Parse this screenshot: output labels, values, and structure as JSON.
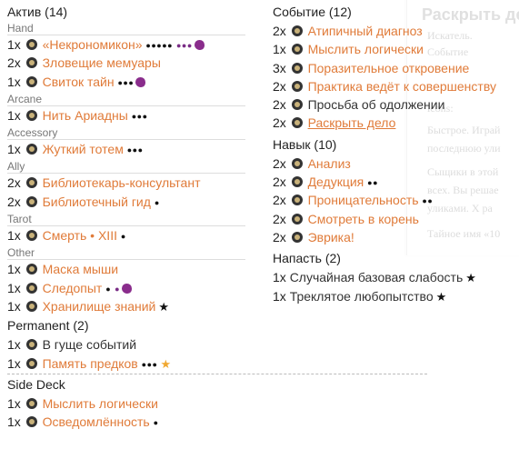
{
  "popup": {
    "title": "Раскрыть де",
    "lines": [
      "Искатель.",
      "Событие",
      "icons:",
      "Быстрое. Играй",
      "последнюю ули",
      "Сыщики в этой",
      "всех. Вы решае",
      "уликами. Х ра",
      "Тайное имя «10"
    ]
  },
  "left": {
    "sections": [
      {
        "title": "Актив (14)",
        "groups": [
          {
            "label": "Hand",
            "rows": [
              {
                "qty": "1x",
                "name": "«Некрономикон»",
                "dots": "●●●●●",
                "dots2": "●●●",
                "brain": true
              },
              {
                "qty": "2x",
                "name": "Зловещие мемуары"
              },
              {
                "qty": "1x",
                "name": "Свиток тайн",
                "dots": "●●●",
                "brain": true
              }
            ]
          },
          {
            "label": "Arcane",
            "rows": [
              {
                "qty": "1x",
                "name": "Нить Ариадны",
                "dots": "●●●"
              }
            ]
          },
          {
            "label": "Accessory",
            "rows": [
              {
                "qty": "1x",
                "name": "Жуткий тотем",
                "dots": "●●●"
              }
            ]
          },
          {
            "label": "Ally",
            "rows": [
              {
                "qty": "2x",
                "name": "Библиотекарь-консультант"
              },
              {
                "qty": "2x",
                "name": "Библиотечный гид",
                "dots": "●"
              }
            ]
          },
          {
            "label": "Tarot",
            "rows": [
              {
                "qty": "1x",
                "name": "Смерть • XIII",
                "dots": "●"
              }
            ]
          },
          {
            "label": "Other",
            "rows": [
              {
                "qty": "1x",
                "name": "Маска мыши"
              },
              {
                "qty": "1x",
                "name": "Следопыт",
                "dots": "●",
                "dots2": "●",
                "brain": true
              },
              {
                "qty": "1x",
                "name": "Хранилище знаний",
                "star": true
              }
            ]
          }
        ]
      },
      {
        "title": "Permanent (2)",
        "rows": [
          {
            "qty": "1x",
            "name": "В гуще событий",
            "plain": true
          },
          {
            "qty": "1x",
            "name": "Память предков",
            "dots": "●●●",
            "goldstar": true
          }
        ]
      },
      {
        "title": "Side Deck",
        "rows": [
          {
            "qty": "1x",
            "name": "Мыслить логически"
          },
          {
            "qty": "1x",
            "name": "Осведомлённость",
            "dots": "●"
          }
        ]
      }
    ]
  },
  "right": {
    "sections": [
      {
        "title": "Событие (12)",
        "rows": [
          {
            "qty": "2x",
            "name": "Атипичный диагноз"
          },
          {
            "qty": "1x",
            "name": "Мыслить логически"
          },
          {
            "qty": "3x",
            "name": "Поразительное откровение"
          },
          {
            "qty": "2x",
            "name": "Практика ведёт к совершенству"
          },
          {
            "qty": "2x",
            "name": "Просьба об одолжении",
            "plain": true
          },
          {
            "qty": "2x",
            "name": "Раскрыть дело",
            "underline": true
          }
        ]
      },
      {
        "title": "Навык (10)",
        "rows": [
          {
            "qty": "2x",
            "name": "Анализ"
          },
          {
            "qty": "2x",
            "name": "Дедукция",
            "dots": "●●"
          },
          {
            "qty": "2x",
            "name": "Проницательность",
            "dots": "●●"
          },
          {
            "qty": "2x",
            "name": "Смотреть в корень"
          },
          {
            "qty": "2x",
            "name": "Эврика!"
          }
        ]
      },
      {
        "title": "Напасть (2)",
        "rows": [
          {
            "qty": "1x",
            "name": "Случайная базовая слабость",
            "plain": true,
            "star": true,
            "noicon": true
          },
          {
            "qty": "1x",
            "name": "Треклятое любопытство",
            "plain": true,
            "star": true,
            "noicon": true
          }
        ]
      }
    ]
  }
}
